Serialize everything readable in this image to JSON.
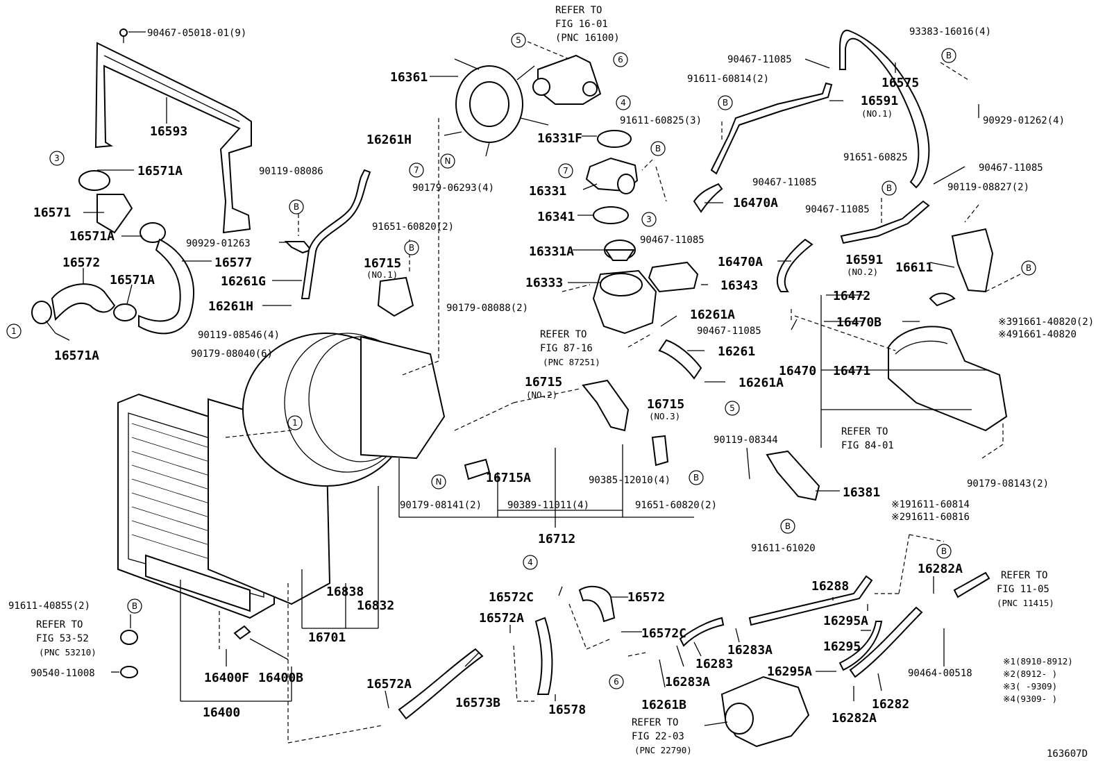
{
  "diagram_id": "163607D",
  "callouts": {
    "p90467_05018": "90467-05018-01(9)",
    "p16593": "16593",
    "p16571A_a": "16571A",
    "p16571": "16571",
    "p16571A_b": "16571A",
    "p16572": "16572",
    "p16571A_c": "16571A",
    "p16571A_d": "16571A",
    "p16577": "16577",
    "p90119_08086": "90119-08086",
    "p90929_01263": "90929-01263",
    "p16261G": "16261G",
    "p16261H_a": "16261H",
    "p16261H_b": "16261H",
    "p90119_08546": "90119-08546(4)",
    "p90179_08040": "90179-08040(6)",
    "p16361": "16361",
    "p90179_06293": "90179-06293(4)",
    "p91651_60820_a": "91651-60820(2)",
    "p16715_1": "16715",
    "p16715_1_sub": "(NO.1)",
    "refer_fig16_l1": "REFER TO",
    "refer_fig16_l2": "FIG 16-01",
    "refer_fig16_l3": "(PNC 16100)",
    "p16331F": "16331F",
    "p16331": "16331",
    "p16341": "16341",
    "p16331A": "16331A",
    "p16333": "16333",
    "p90179_08088": "90179-08088(2)",
    "refer_fig87_l1": "REFER TO",
    "refer_fig87_l2": "FIG 87-16",
    "refer_fig87_l3": "(PNC 87251)",
    "p16343": "16343",
    "p16261A_a": "16261A",
    "p16261": "16261",
    "p16261A_b": "16261A",
    "p91611_60825": "91611-60825(3)",
    "p90467_11085_a": "90467-11085",
    "p16470A_a": "16470A",
    "p90467_11085_b": "90467-11085",
    "p90467_11085_c": "90467-11085",
    "p91611_60814": "91611-60814(2)",
    "p16591_1": "16591",
    "p16591_1_sub": "(NO.1)",
    "p16575": "16575",
    "p93383_16016": "93383-16016(4)",
    "p90929_01262": "90929-01262(4)",
    "p91651_60825": "91651-60825",
    "p90467_11085_d": "90467-11085",
    "p90119_08827": "90119-08827(2)",
    "p90467_11085_e": "90467-11085",
    "p16591_2": "16591",
    "p16591_2_sub": "(NO.2)",
    "p16611": "16611",
    "p16470A_b": "16470A",
    "p16472": "16472",
    "p16470B": "16470B",
    "p90467_11085_f": "90467-11085",
    "p16470": "16470",
    "p16471": "16471",
    "n3_91661": "※391661-40820(2)",
    "n4_91661": "※491661-40820",
    "refer_fig84_l1": "REFER TO",
    "refer_fig84_l2": "FIG 84-01",
    "p90179_08143": "90179-08143(2)",
    "p16715_2": "16715",
    "p16715_2_sub": "(NO.2)",
    "p16715_3": "16715",
    "p16715_3_sub": "(NO.3)",
    "p16715A": "16715A",
    "p90179_08141": "90179-08141(2)",
    "p90389_11011": "90389-11011(4)",
    "p90385_12010": "90385-12010(4)",
    "p91651_60820_b": "91651-60820(2)",
    "p16712": "16712",
    "p90119_08344": "90119-08344",
    "p16381": "16381",
    "p91611_61020": "91611-61020",
    "n1_91611": "※191611-60814",
    "n2_91611": "※291611-60816",
    "p16838": "16838",
    "p16832": "16832",
    "p16701": "16701",
    "p91611_40855": "91611-40855(2)",
    "refer_fig53_l1": "REFER TO",
    "refer_fig53_l2": "FIG 53-52",
    "refer_fig53_l3": "(PNC 53210)",
    "p90540_11008": "90540-11008",
    "p16400F": "16400F",
    "p16400B": "16400B",
    "p16400": "16400",
    "p16572C_a": "16572C",
    "p16572_b": "16572",
    "p16572A_a": "16572A",
    "p16572C_b": "16572C",
    "p16572A_b": "16572A",
    "p16573B": "16573B",
    "p16578": "16578",
    "p16283": "16283",
    "p16283A_a": "16283A",
    "p16283A_b": "16283A",
    "p16261B": "16261B",
    "refer_fig22_l1": "REFER TO",
    "refer_fig22_l2": "FIG 22-03",
    "refer_fig22_l3": "(PNC 22790)",
    "p16288": "16288",
    "p16295A_a": "16295A",
    "p16295": "16295",
    "p16295A_b": "16295A",
    "p16282": "16282",
    "p16282A_a": "16282A",
    "p16282A_b": "16282A",
    "refer_fig11_l1": "REFER TO",
    "refer_fig11_l2": "FIG 11-05",
    "refer_fig11_l3": "(PNC 11415)",
    "p90464_00518": "90464-00518"
  },
  "markers": {
    "c1": "1",
    "c2": "3",
    "c3": "4",
    "c4": "5",
    "c5": "6",
    "c6": "7",
    "b": "B",
    "n": "N"
  },
  "notes": [
    "※1(8910-8912)",
    "※2(8912-     )",
    "※3(     -9309)",
    "※4(9309-     )"
  ]
}
